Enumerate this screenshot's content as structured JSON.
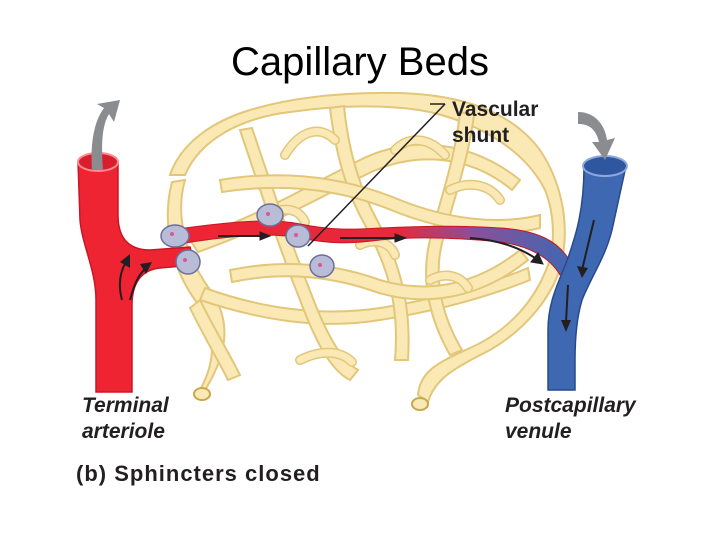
{
  "title": "Capillary Beds",
  "labels": {
    "vascular_shunt_line1": "Vascular",
    "vascular_shunt_line2": "shunt",
    "terminal_line1": "Terminal",
    "terminal_line2": "arteriole",
    "post_line1": "Postcapillary",
    "post_line2": "venule"
  },
  "caption": {
    "part": "(b)",
    "text": "Sphincters closed"
  },
  "colors": {
    "artery": "#ee2433",
    "vein": "#3f68b2",
    "capillary_fill": "#fbe9b5",
    "capillary_edge": "#e2c77a",
    "sphincter": "#b9bcd6",
    "arrow_gray": "#8a8c8f"
  }
}
